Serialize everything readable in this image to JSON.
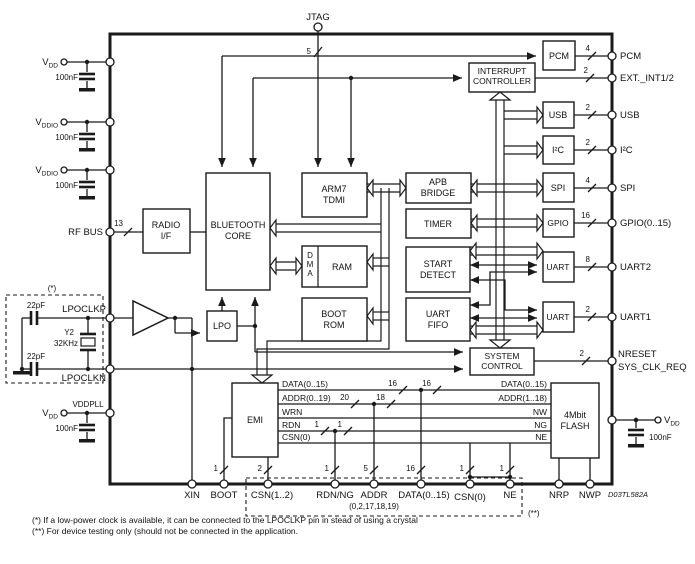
{
  "diagram": {
    "part_number": "D03TL582A",
    "jtag": {
      "label": "JTAG",
      "width": "5"
    },
    "footnote_marks": {
      "star": "(*)",
      "double_star": "(**)"
    },
    "notes": [
      "(*) If a low-power clock is available, it can be connected to the LPOCLKP pin in stead of using a crystal",
      "(**) For device testing only (should not be connected in the application."
    ]
  },
  "blocks": {
    "radio_if": [
      "RADIO",
      "I/F"
    ],
    "bluetooth_core": [
      "BLUETOOTH",
      "CORE"
    ],
    "arm7": [
      "ARM7",
      "TDMI"
    ],
    "dma": [
      "D",
      "M",
      "A"
    ],
    "ram": "RAM",
    "boot_rom": [
      "BOOT",
      "ROM"
    ],
    "lpo": "LPO",
    "interrupt_controller": [
      "INTERRUPT",
      "CONTROLLER"
    ],
    "apb_bridge": [
      "APB",
      "BRIDGE"
    ],
    "timer": "TIMER",
    "start_detect": [
      "START",
      "DETECT"
    ],
    "uart_fifo": [
      "UART",
      "FIFO"
    ],
    "system_control": [
      "SYSTEM",
      "CONTROL"
    ],
    "pcm": "PCM",
    "usb": "USB",
    "i2c": "I²C",
    "spi": "SPI",
    "gpio": "GPIO",
    "uart2": "UART",
    "uart1": "UART",
    "emi": "EMI",
    "flash": [
      "4Mbit",
      "FLASH"
    ]
  },
  "right_pins": [
    {
      "label": "PCM",
      "width": "4"
    },
    {
      "label": "EXT._INT1/2",
      "width": "2"
    },
    {
      "label": "USB",
      "width": "2"
    },
    {
      "label": "I²C",
      "width": "2"
    },
    {
      "label": "SPI",
      "width": "4"
    },
    {
      "label": "GPIO(0..15)",
      "width": "16"
    },
    {
      "label": "UART2",
      "width": "8"
    },
    {
      "label": "UART1",
      "width": "2"
    },
    {
      "label": "NRESET",
      "label2": "SYS_CLK_REQ",
      "width": "2"
    }
  ],
  "left_pins": {
    "rf_bus": {
      "label": "RF BUS",
      "width": "13"
    },
    "lpoclkp": "LPOCLKP",
    "lpoclkn": "LPOCLKN",
    "vddpll": "VDDPLL"
  },
  "power": {
    "cap": "100nF",
    "rows": [
      {
        "base": "V",
        "sub": "DD"
      },
      {
        "base": "V",
        "sub": "DDIO"
      },
      {
        "base": "V",
        "sub": "DDIO"
      },
      {
        "base": "V",
        "sub": "DD"
      }
    ],
    "right": {
      "base": "V",
      "sub": "DD",
      "cap": "100nF"
    }
  },
  "crystal": {
    "cap_top": "22pF",
    "cap_bottom": "22pF",
    "ref": "Y2",
    "freq": "32KHz"
  },
  "emi_bus": {
    "left": [
      "DATA(0..15)",
      "ADDR(0..19)",
      "WRN",
      "RDN",
      "CSN(0)"
    ],
    "right": [
      "DATA(0..15)",
      "ADDR(1..18)",
      "NW",
      "NG",
      "NE"
    ],
    "widths": {
      "data_l": "16",
      "data_r": "16",
      "addr_l": "20",
      "addr_r": "18",
      "rdn_l": "1",
      "rdn_r": "1"
    }
  },
  "bottom_pins": [
    {
      "label": "XIN"
    },
    {
      "label": "BOOT",
      "width": "1"
    },
    {
      "label": "CSN(1..2)",
      "width": "2"
    },
    {
      "label": "RDN/NG",
      "width": "1"
    },
    {
      "label": "ADDR",
      "label2": "(0,2,17,18,19)",
      "width": "5"
    },
    {
      "label": "DATA(0..15)",
      "width": "16"
    },
    {
      "label": "CSN(0)",
      "width": "1"
    },
    {
      "label": "NE",
      "width": "1"
    },
    {
      "label": "NRP"
    },
    {
      "label": "NWP"
    }
  ]
}
